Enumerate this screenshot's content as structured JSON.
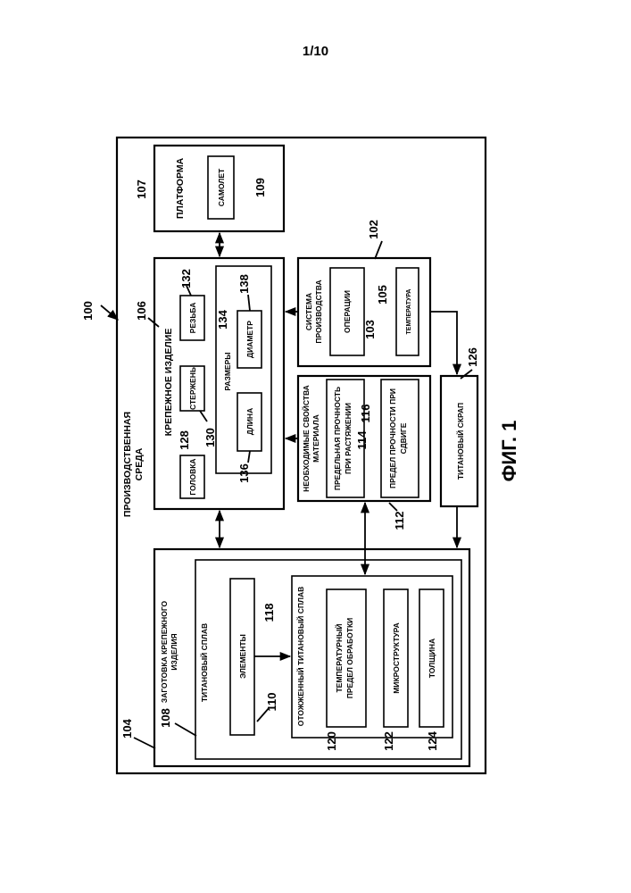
{
  "page_number": "1/10",
  "figure_label": "ФИГ. 1",
  "refs": {
    "r100": "100",
    "r102": "102",
    "r103": "103",
    "r104": "104",
    "r105": "105",
    "r106": "106",
    "r107": "107",
    "r108": "108",
    "r109": "109",
    "r110": "110",
    "r112": "112",
    "r114": "114",
    "r116": "116",
    "r118": "118",
    "r120": "120",
    "r122": "122",
    "r124": "124",
    "r126": "126",
    "r128": "128",
    "r130": "130",
    "r132": "132",
    "r134": "134",
    "r136": "136",
    "r138": "138"
  },
  "labels": {
    "env_1": "ПРОИЗВОДСТВЕННАЯ",
    "env_2": "СРЕДА",
    "platform": "ПЛАТФОРМА",
    "aircraft": "САМОЛЕТ",
    "fastener": "КРЕПЕЖНОЕ ИЗДЕЛИЕ",
    "head": "ГОЛОВКА",
    "shank": "СТЕРЖЕНЬ",
    "thread": "РЕЗЬБА",
    "dimensions": "РАЗМЕРЫ",
    "length": "ДЛИНА",
    "diameter": "ДИАМЕТР",
    "mfg_1": "СИСТЕМА",
    "mfg_2": "ПРОИЗВОДСТВА",
    "operations": "ОПЕРАЦИИ",
    "temperature": "ТЕМПЕРАТУРА",
    "props_1": "НЕОБХОДИМЫЕ СВОЙСТВА",
    "props_2": "МАТЕРИАЛА",
    "uts_1": "ПРЕДЕЛЬНАЯ ПРОЧНОСТЬ",
    "uts_2": "ПРИ РАСТЯЖЕНИИ",
    "shear_1": "ПРЕДЕЛ ПРОЧНОСТИ ПРИ",
    "shear_2": "СДВИГЕ",
    "scrap": "ТИТАНОВЫЙ СКРАП",
    "blank_1": "ЗАГОТОВКА КРЕПЕЖНОГО",
    "blank_2": "ИЗДЕЛИЯ",
    "alloy": "ТИТАНОВЫЙ СПЛАВ",
    "elements": "ЭЛЕМЕНТЫ",
    "annealed": "ОТОЖЖЕННЫЙ ТИТАНОВЫЙ СПЛАВ",
    "temp_range_1": "ТЕМПЕРАТУРНЫЙ",
    "temp_range_2": "ПРЕДЕЛ ОБРАБОТКИ",
    "microstructure": "МИКРОСТРУКТУРА",
    "thickness": "ТОЛЩИНА"
  }
}
